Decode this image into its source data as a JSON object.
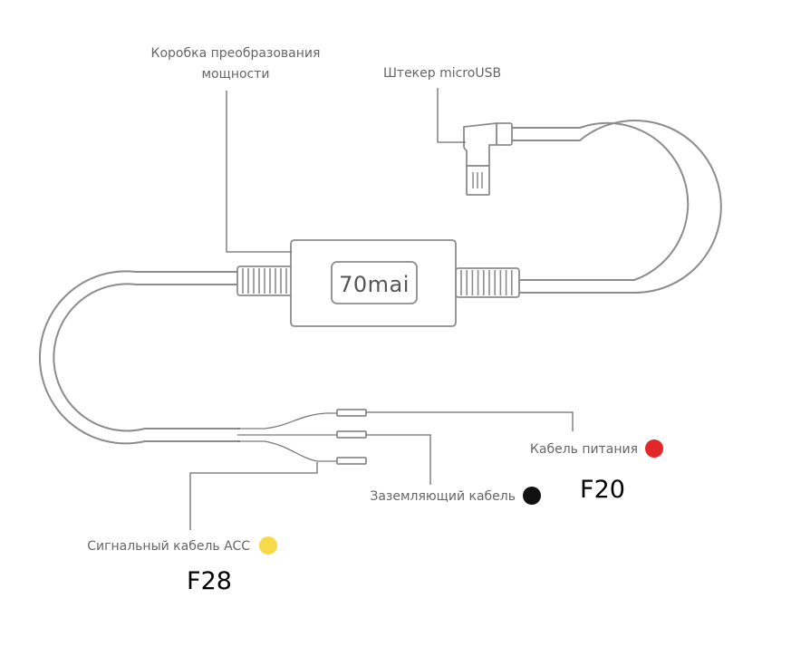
{
  "labels": {
    "power_box_line1": "Коробка преобразования",
    "power_box_line2": "мощности",
    "microusb_plug": "Штекер microUSB",
    "power_cable": "Кабель питания",
    "ground_cable": "Заземляющий кабель",
    "acc_signal_cable": "Сигнальный кабель ACC"
  },
  "fuse_codes": {
    "power": "F20",
    "acc": "F28"
  },
  "brand_logo": "70mai",
  "colors": {
    "power_dot": "#e3262a",
    "ground_dot": "#111111",
    "acc_dot": "#f7d94a"
  }
}
